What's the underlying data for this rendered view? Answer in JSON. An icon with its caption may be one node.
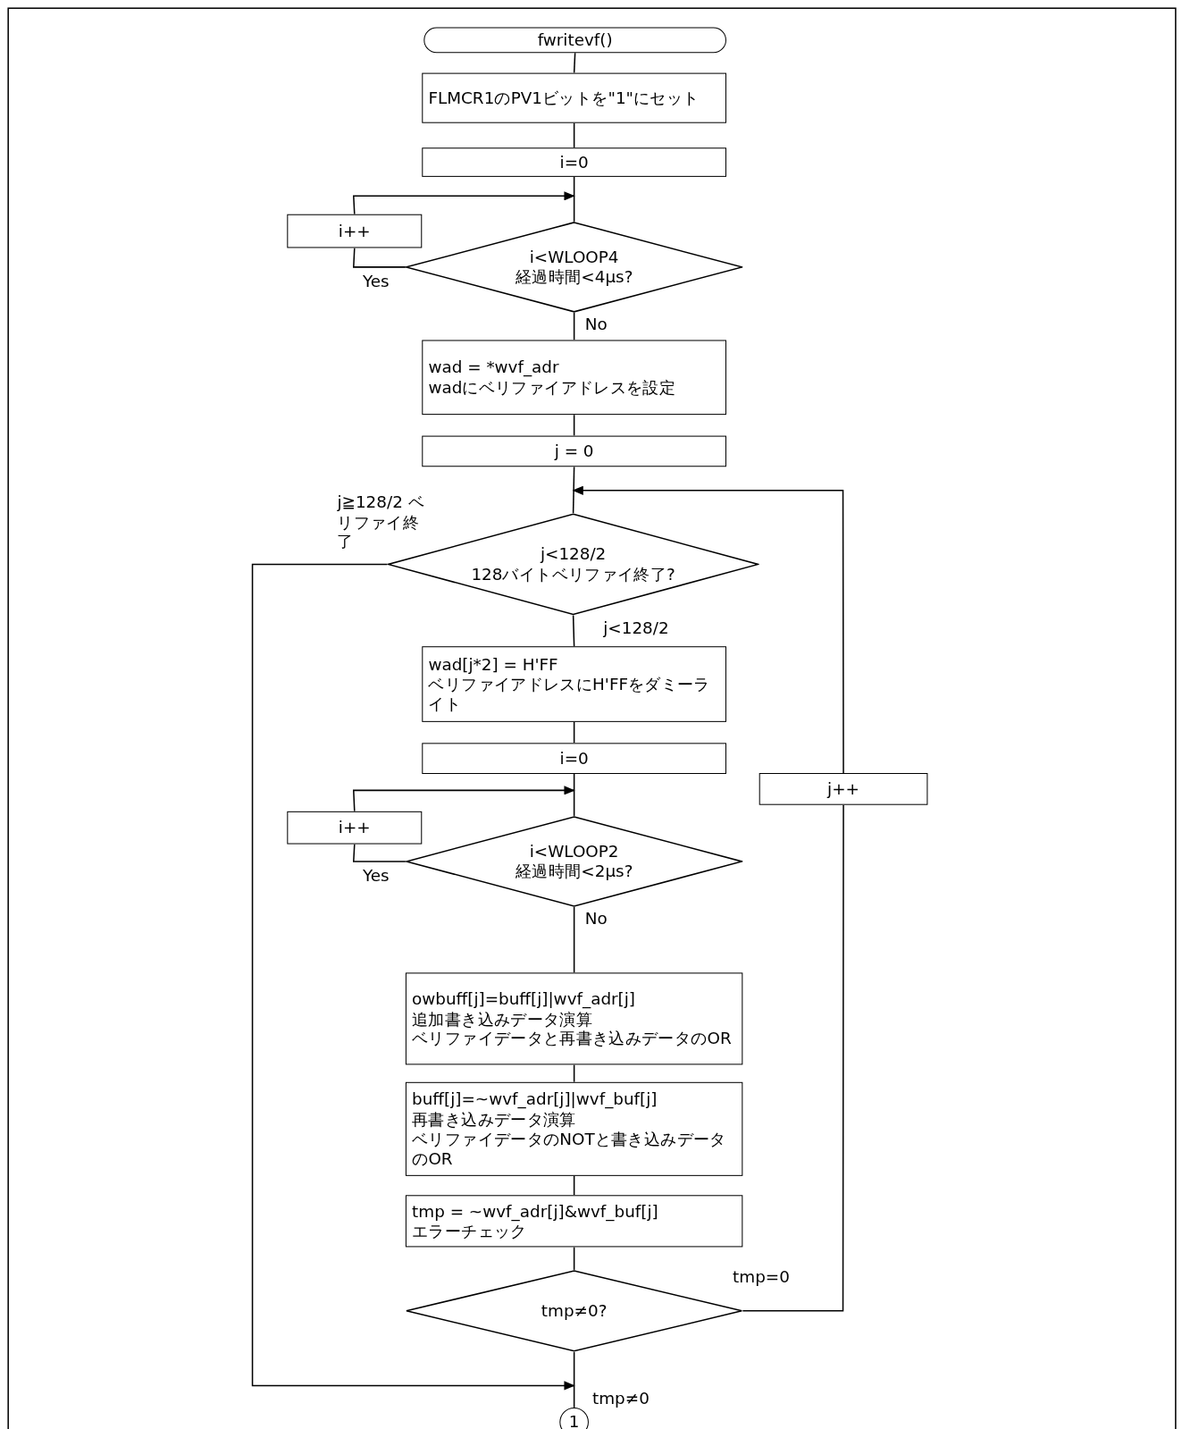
{
  "diagram": {
    "nodes": [
      {
        "text": [
          "fwritevf()"
        ]
      },
      {
        "text": [
          "FLMCR1のPV1ビットを\"1\"にセット"
        ]
      },
      {
        "text": [
          "i=0"
        ]
      },
      {
        "text": [
          "i++"
        ]
      },
      {
        "text": [
          "i<WLOOP4",
          "経過時間<4μs?"
        ]
      },
      {
        "text": [
          "wad = *wvf_adr",
          "wadにベリファイアドレスを設定"
        ]
      },
      {
        "text": [
          "j = 0"
        ]
      },
      {
        "text": [
          "j<128/2",
          "128バイトベリファイ終了?"
        ]
      },
      {
        "text": [
          "wad[j*2] = H'FF",
          "ベリファイアドレスにH'FFをダミーライト"
        ]
      },
      {
        "text": [
          "i=0"
        ]
      },
      {
        "text": [
          "i++"
        ]
      },
      {
        "text": [
          "i<WLOOP2",
          "経過時間<2μs?"
        ]
      },
      {
        "text": [
          "owbuff[j]=buff[j]|wvf_adr[j]",
          "追加書き込みデータ演算",
          "ベリファイデータと再書き込みデータのOR"
        ]
      },
      {
        "text": [
          "buff[j]=~wvf_adr[j]|wvf_buf[j]",
          "再書き込みデータ演算",
          "ベリファイデータのNOTと書き込みデータのOR"
        ]
      },
      {
        "text": [
          "tmp = ~wvf_adr[j]&wvf_buf[j]",
          "エラーチェック"
        ]
      },
      {
        "text": [
          "tmp≠0?"
        ]
      },
      {
        "text": [
          "j++"
        ]
      },
      {
        "text": [
          "1"
        ]
      }
    ],
    "edges": [
      {
        "from": 0,
        "to": 1,
        "arrow": "none"
      },
      {
        "from": 1,
        "to": 2,
        "arrow": "none"
      },
      {
        "from": 2,
        "to": 4,
        "arrow": "none"
      },
      {
        "from": 4,
        "to": 3,
        "arrow": "none",
        "label": "Yes"
      },
      {
        "from": 3,
        "to": 4,
        "arrow": "to"
      },
      {
        "from": 4,
        "to": 5,
        "arrow": "none",
        "label": "No"
      },
      {
        "from": 5,
        "to": 6,
        "arrow": "none"
      },
      {
        "from": 6,
        "to": 7,
        "arrow": "none"
      },
      {
        "from": 7,
        "to": 17,
        "arrow": "to",
        "label": "j≧128/2 ベリファイ終了"
      },
      {
        "from": 7,
        "to": 8,
        "arrow": "none",
        "label": "j<128/2"
      },
      {
        "from": 8,
        "to": 9,
        "arrow": "none"
      },
      {
        "from": 9,
        "to": 11,
        "arrow": "none"
      },
      {
        "from": 11,
        "to": 10,
        "arrow": "none",
        "label": "Yes"
      },
      {
        "from": 10,
        "to": 11,
        "arrow": "to"
      },
      {
        "from": 11,
        "to": 12,
        "arrow": "none",
        "label": "No"
      },
      {
        "from": 12,
        "to": 13,
        "arrow": "none"
      },
      {
        "from": 13,
        "to": 14,
        "arrow": "none"
      },
      {
        "from": 14,
        "to": 15,
        "arrow": "none"
      },
      {
        "from": 15,
        "to": 16,
        "arrow": "none",
        "label": "tmp=0"
      },
      {
        "from": 16,
        "to": 7,
        "arrow": "to"
      },
      {
        "from": 15,
        "to": 17,
        "arrow": "none",
        "label": "tmp≠0"
      }
    ]
  }
}
